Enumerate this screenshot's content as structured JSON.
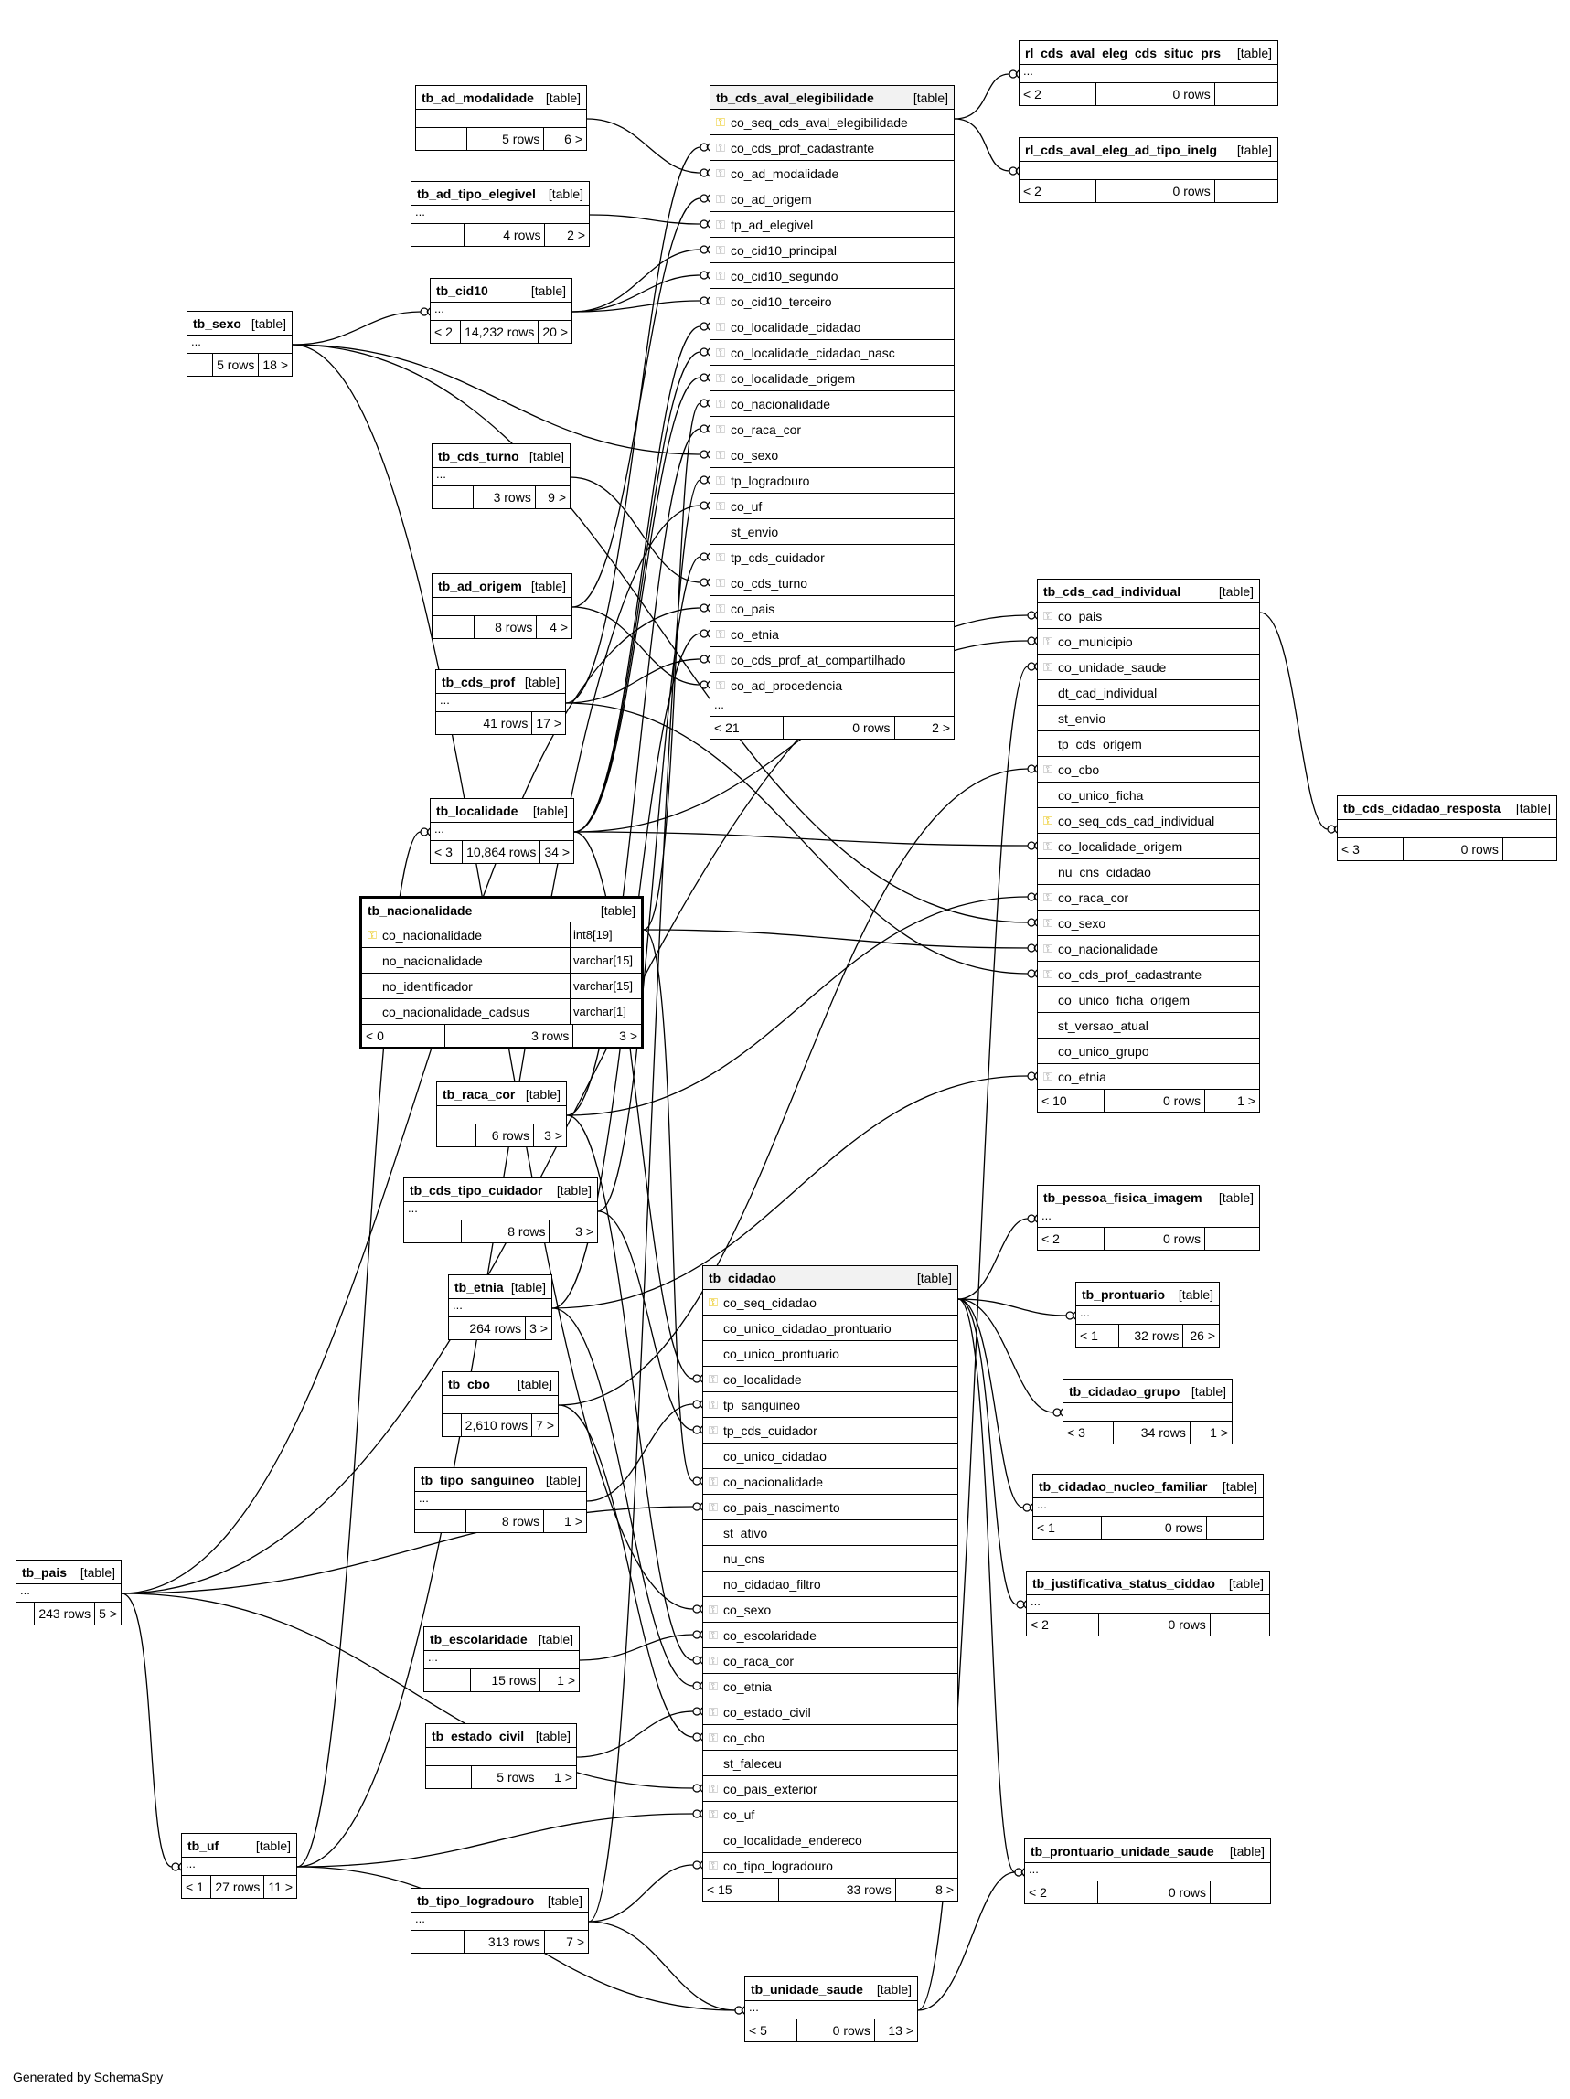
{
  "footer_text": "Generated by SchemaSpy",
  "tables": [
    {
      "id": "tb_ad_modalidade",
      "name": "tb_ad_modalidade",
      "tag": "[table]",
      "rows": [],
      "ellipsis": "",
      "footer": {
        "parents": "",
        "rows": "5 rows",
        "children": "6 >"
      }
    },
    {
      "id": "tb_ad_tipo_elegivel",
      "name": "tb_ad_tipo_elegivel",
      "tag": "[table]",
      "rows": [],
      "ellipsis": "...",
      "footer": {
        "parents": "",
        "rows": "4 rows",
        "children": "2 >"
      }
    },
    {
      "id": "tb_cid10",
      "name": "tb_cid10",
      "tag": "[table]",
      "rows": [],
      "ellipsis": "...",
      "footer": {
        "parents": "< 2",
        "rows": "14,232 rows",
        "children": "20 >"
      }
    },
    {
      "id": "tb_sexo",
      "name": "tb_sexo",
      "tag": "[table]",
      "rows": [],
      "ellipsis": "...",
      "footer": {
        "parents": "",
        "rows": "5 rows",
        "children": "18 >"
      }
    },
    {
      "id": "tb_cds_turno",
      "name": "tb_cds_turno",
      "tag": "[table]",
      "rows": [],
      "ellipsis": "...",
      "footer": {
        "parents": "",
        "rows": "3 rows",
        "children": "9 >"
      }
    },
    {
      "id": "tb_ad_origem",
      "name": "tb_ad_origem",
      "tag": "[table]",
      "rows": [],
      "ellipsis": "",
      "footer": {
        "parents": "",
        "rows": "8 rows",
        "children": "4 >"
      }
    },
    {
      "id": "tb_cds_prof",
      "name": "tb_cds_prof",
      "tag": "[table]",
      "rows": [],
      "ellipsis": "...",
      "footer": {
        "parents": "",
        "rows": "41 rows",
        "children": "17 >"
      }
    },
    {
      "id": "tb_localidade",
      "name": "tb_localidade",
      "tag": "[table]",
      "rows": [],
      "ellipsis": "...",
      "footer": {
        "parents": "< 3",
        "rows": "10,864 rows",
        "children": "34 >"
      }
    },
    {
      "id": "tb_nacionalidade",
      "name": "tb_nacionalidade",
      "tag": "[table]",
      "focus": true,
      "rows": [
        {
          "k": "pk",
          "c": "co_nacionalidade",
          "t": "int8[19]"
        },
        {
          "k": "",
          "c": "no_nacionalidade",
          "t": "varchar[15]"
        },
        {
          "k": "",
          "c": "no_identificador",
          "t": "varchar[15]"
        },
        {
          "k": "",
          "c": "co_nacionalidade_cadsus",
          "t": "varchar[1]"
        }
      ],
      "ellipsis": "",
      "footer": {
        "parents": "< 0",
        "rows": "3 rows",
        "children": "3 >"
      }
    },
    {
      "id": "tb_raca_cor",
      "name": "tb_raca_cor",
      "tag": "[table]",
      "rows": [],
      "ellipsis": "",
      "footer": {
        "parents": "",
        "rows": "6 rows",
        "children": "3 >"
      }
    },
    {
      "id": "tb_cds_tipo_cuidador",
      "name": "tb_cds_tipo_cuidador",
      "tag": "[table]",
      "rows": [],
      "ellipsis": "...",
      "footer": {
        "parents": "",
        "rows": "8 rows",
        "children": "3 >"
      }
    },
    {
      "id": "tb_etnia",
      "name": "tb_etnia",
      "tag": "[table]",
      "rows": [],
      "ellipsis": "...",
      "footer": {
        "parents": "",
        "rows": "264 rows",
        "children": "3 >"
      }
    },
    {
      "id": "tb_cbo",
      "name": "tb_cbo",
      "tag": "[table]",
      "rows": [],
      "ellipsis": "",
      "footer": {
        "parents": "",
        "rows": "2,610 rows",
        "children": "7 >"
      }
    },
    {
      "id": "tb_tipo_sanguineo",
      "name": "tb_tipo_sanguineo",
      "tag": "[table]",
      "rows": [],
      "ellipsis": "...",
      "footer": {
        "parents": "",
        "rows": "8 rows",
        "children": "1 >"
      }
    },
    {
      "id": "tb_pais",
      "name": "tb_pais",
      "tag": "[table]",
      "rows": [],
      "ellipsis": "...",
      "footer": {
        "parents": "",
        "rows": "243 rows",
        "children": "5 >"
      }
    },
    {
      "id": "tb_escolaridade",
      "name": "tb_escolaridade",
      "tag": "[table]",
      "rows": [],
      "ellipsis": "...",
      "footer": {
        "parents": "",
        "rows": "15 rows",
        "children": "1 >"
      }
    },
    {
      "id": "tb_estado_civil",
      "name": "tb_estado_civil",
      "tag": "[table]",
      "rows": [],
      "ellipsis": "",
      "footer": {
        "parents": "",
        "rows": "5 rows",
        "children": "1 >"
      }
    },
    {
      "id": "tb_uf",
      "name": "tb_uf",
      "tag": "[table]",
      "rows": [],
      "ellipsis": "...",
      "footer": {
        "parents": "< 1",
        "rows": "27 rows",
        "children": "11 >"
      }
    },
    {
      "id": "tb_tipo_logradouro",
      "name": "tb_tipo_logradouro",
      "tag": "[table]",
      "rows": [],
      "ellipsis": "...",
      "footer": {
        "parents": "",
        "rows": "313 rows",
        "children": "7 >"
      }
    },
    {
      "id": "tb_cds_aval_elegibilidade",
      "name": "tb_cds_aval_elegibilidade",
      "tag": "[table]",
      "gray": true,
      "rows": [
        {
          "k": "pk",
          "c": "co_seq_cds_aval_elegibilidade"
        },
        {
          "k": "fk",
          "c": "co_cds_prof_cadastrante"
        },
        {
          "k": "fk",
          "c": "co_ad_modalidade"
        },
        {
          "k": "fk",
          "c": "co_ad_origem"
        },
        {
          "k": "fk",
          "c": "tp_ad_elegivel"
        },
        {
          "k": "fk",
          "c": "co_cid10_principal"
        },
        {
          "k": "fk",
          "c": "co_cid10_segundo"
        },
        {
          "k": "fk",
          "c": "co_cid10_terceiro"
        },
        {
          "k": "fk",
          "c": "co_localidade_cidadao"
        },
        {
          "k": "fk",
          "c": "co_localidade_cidadao_nasc"
        },
        {
          "k": "fk",
          "c": "co_localidade_origem"
        },
        {
          "k": "fk",
          "c": "co_nacionalidade"
        },
        {
          "k": "fk",
          "c": "co_raca_cor"
        },
        {
          "k": "fk",
          "c": "co_sexo"
        },
        {
          "k": "fk",
          "c": "tp_logradouro"
        },
        {
          "k": "fk",
          "c": "co_uf"
        },
        {
          "k": "",
          "c": "st_envio"
        },
        {
          "k": "fk",
          "c": "tp_cds_cuidador"
        },
        {
          "k": "fk",
          "c": "co_cds_turno"
        },
        {
          "k": "fk",
          "c": "co_pais"
        },
        {
          "k": "fk",
          "c": "co_etnia"
        },
        {
          "k": "fk",
          "c": "co_cds_prof_at_compartilhado"
        },
        {
          "k": "fk",
          "c": "co_ad_procedencia"
        }
      ],
      "ellipsis": "...",
      "footer": {
        "parents": "< 21",
        "rows": "0 rows",
        "children": "2 >"
      }
    },
    {
      "id": "rl_cds_aval_eleg_cds_situc_prs",
      "name": "rl_cds_aval_eleg_cds_situc_prs",
      "tag": "[table]",
      "rows": [],
      "ellipsis": "...",
      "footer": {
        "parents": "< 2",
        "rows": "0 rows",
        "children": ""
      }
    },
    {
      "id": "rl_cds_aval_eleg_ad_tipo_inelg",
      "name": "rl_cds_aval_eleg_ad_tipo_inelg",
      "tag": "[table]",
      "rows": [],
      "ellipsis": "",
      "footer": {
        "parents": "< 2",
        "rows": "0 rows",
        "children": ""
      }
    },
    {
      "id": "tb_cds_cad_individual",
      "name": "tb_cds_cad_individual",
      "tag": "[table]",
      "rows": [
        {
          "k": "fk",
          "c": "co_pais"
        },
        {
          "k": "fk",
          "c": "co_municipio"
        },
        {
          "k": "fk",
          "c": "co_unidade_saude"
        },
        {
          "k": "",
          "c": "dt_cad_individual"
        },
        {
          "k": "",
          "c": "st_envio"
        },
        {
          "k": "",
          "c": "tp_cds_origem"
        },
        {
          "k": "fk",
          "c": "co_cbo"
        },
        {
          "k": "",
          "c": "co_unico_ficha"
        },
        {
          "k": "pk",
          "c": "co_seq_cds_cad_individual"
        },
        {
          "k": "fk",
          "c": "co_localidade_origem"
        },
        {
          "k": "",
          "c": "nu_cns_cidadao"
        },
        {
          "k": "fk",
          "c": "co_raca_cor"
        },
        {
          "k": "fk",
          "c": "co_sexo"
        },
        {
          "k": "fk",
          "c": "co_nacionalidade"
        },
        {
          "k": "fk",
          "c": "co_cds_prof_cadastrante"
        },
        {
          "k": "",
          "c": "co_unico_ficha_origem"
        },
        {
          "k": "",
          "c": "st_versao_atual"
        },
        {
          "k": "",
          "c": "co_unico_grupo"
        },
        {
          "k": "fk",
          "c": "co_etnia"
        }
      ],
      "ellipsis": "",
      "footer": {
        "parents": "< 10",
        "rows": "0 rows",
        "children": "1 >"
      }
    },
    {
      "id": "tb_cds_cidadao_resposta",
      "name": "tb_cds_cidadao_resposta",
      "tag": "[table]",
      "rows": [],
      "ellipsis": "",
      "footer": {
        "parents": "< 3",
        "rows": "0 rows",
        "children": ""
      }
    },
    {
      "id": "tb_pessoa_fisica_imagem",
      "name": "tb_pessoa_fisica_imagem",
      "tag": "[table]",
      "rows": [],
      "ellipsis": "...",
      "footer": {
        "parents": "< 2",
        "rows": "0 rows",
        "children": ""
      }
    },
    {
      "id": "tb_prontuario",
      "name": "tb_prontuario",
      "tag": "[table]",
      "rows": [],
      "ellipsis": "...",
      "footer": {
        "parents": "< 1",
        "rows": "32 rows",
        "children": "26 >"
      }
    },
    {
      "id": "tb_cidadao_grupo",
      "name": "tb_cidadao_grupo",
      "tag": "[table]",
      "rows": [],
      "ellipsis": "",
      "footer": {
        "parents": "< 3",
        "rows": "34 rows",
        "children": "1 >"
      }
    },
    {
      "id": "tb_cidadao_nucleo_familiar",
      "name": "tb_cidadao_nucleo_familiar",
      "tag": "[table]",
      "rows": [],
      "ellipsis": "...",
      "footer": {
        "parents": "< 1",
        "rows": "0 rows",
        "children": ""
      }
    },
    {
      "id": "tb_justificativa_status_ciddao",
      "name": "tb_justificativa_status_ciddao",
      "tag": "[table]",
      "rows": [],
      "ellipsis": "...",
      "footer": {
        "parents": "< 2",
        "rows": "0 rows",
        "children": ""
      }
    },
    {
      "id": "tb_cidadao",
      "name": "tb_cidadao",
      "tag": "[table]",
      "gray": true,
      "rows": [
        {
          "k": "pk",
          "c": "co_seq_cidadao"
        },
        {
          "k": "",
          "c": "co_unico_cidadao_prontuario"
        },
        {
          "k": "",
          "c": "co_unico_prontuario"
        },
        {
          "k": "fk",
          "c": "co_localidade"
        },
        {
          "k": "fk",
          "c": "tp_sanguineo"
        },
        {
          "k": "fk",
          "c": "tp_cds_cuidador"
        },
        {
          "k": "",
          "c": "co_unico_cidadao"
        },
        {
          "k": "fk",
          "c": "co_nacionalidade"
        },
        {
          "k": "fk",
          "c": "co_pais_nascimento"
        },
        {
          "k": "",
          "c": "st_ativo"
        },
        {
          "k": "",
          "c": "nu_cns"
        },
        {
          "k": "",
          "c": "no_cidadao_filtro"
        },
        {
          "k": "fk",
          "c": "co_sexo"
        },
        {
          "k": "fk",
          "c": "co_escolaridade"
        },
        {
          "k": "fk",
          "c": "co_raca_cor"
        },
        {
          "k": "fk",
          "c": "co_etnia"
        },
        {
          "k": "fk",
          "c": "co_estado_civil"
        },
        {
          "k": "fk",
          "c": "co_cbo"
        },
        {
          "k": "",
          "c": "st_faleceu"
        },
        {
          "k": "fk",
          "c": "co_pais_exterior"
        },
        {
          "k": "fk",
          "c": "co_uf"
        },
        {
          "k": "",
          "c": "co_localidade_endereco"
        },
        {
          "k": "fk",
          "c": "co_tipo_logradouro"
        }
      ],
      "ellipsis": "",
      "footer": {
        "parents": "< 15",
        "rows": "33 rows",
        "children": "8 >"
      }
    },
    {
      "id": "tb_prontuario_unidade_saude",
      "name": "tb_prontuario_unidade_saude",
      "tag": "[table]",
      "rows": [],
      "ellipsis": "...",
      "footer": {
        "parents": "< 2",
        "rows": "0 rows",
        "children": ""
      }
    },
    {
      "id": "tb_unidade_saude",
      "name": "tb_unidade_saude",
      "tag": "[table]",
      "rows": [],
      "ellipsis": "...",
      "footer": {
        "parents": "< 5",
        "rows": "0 rows",
        "children": "13 >"
      }
    }
  ]
}
